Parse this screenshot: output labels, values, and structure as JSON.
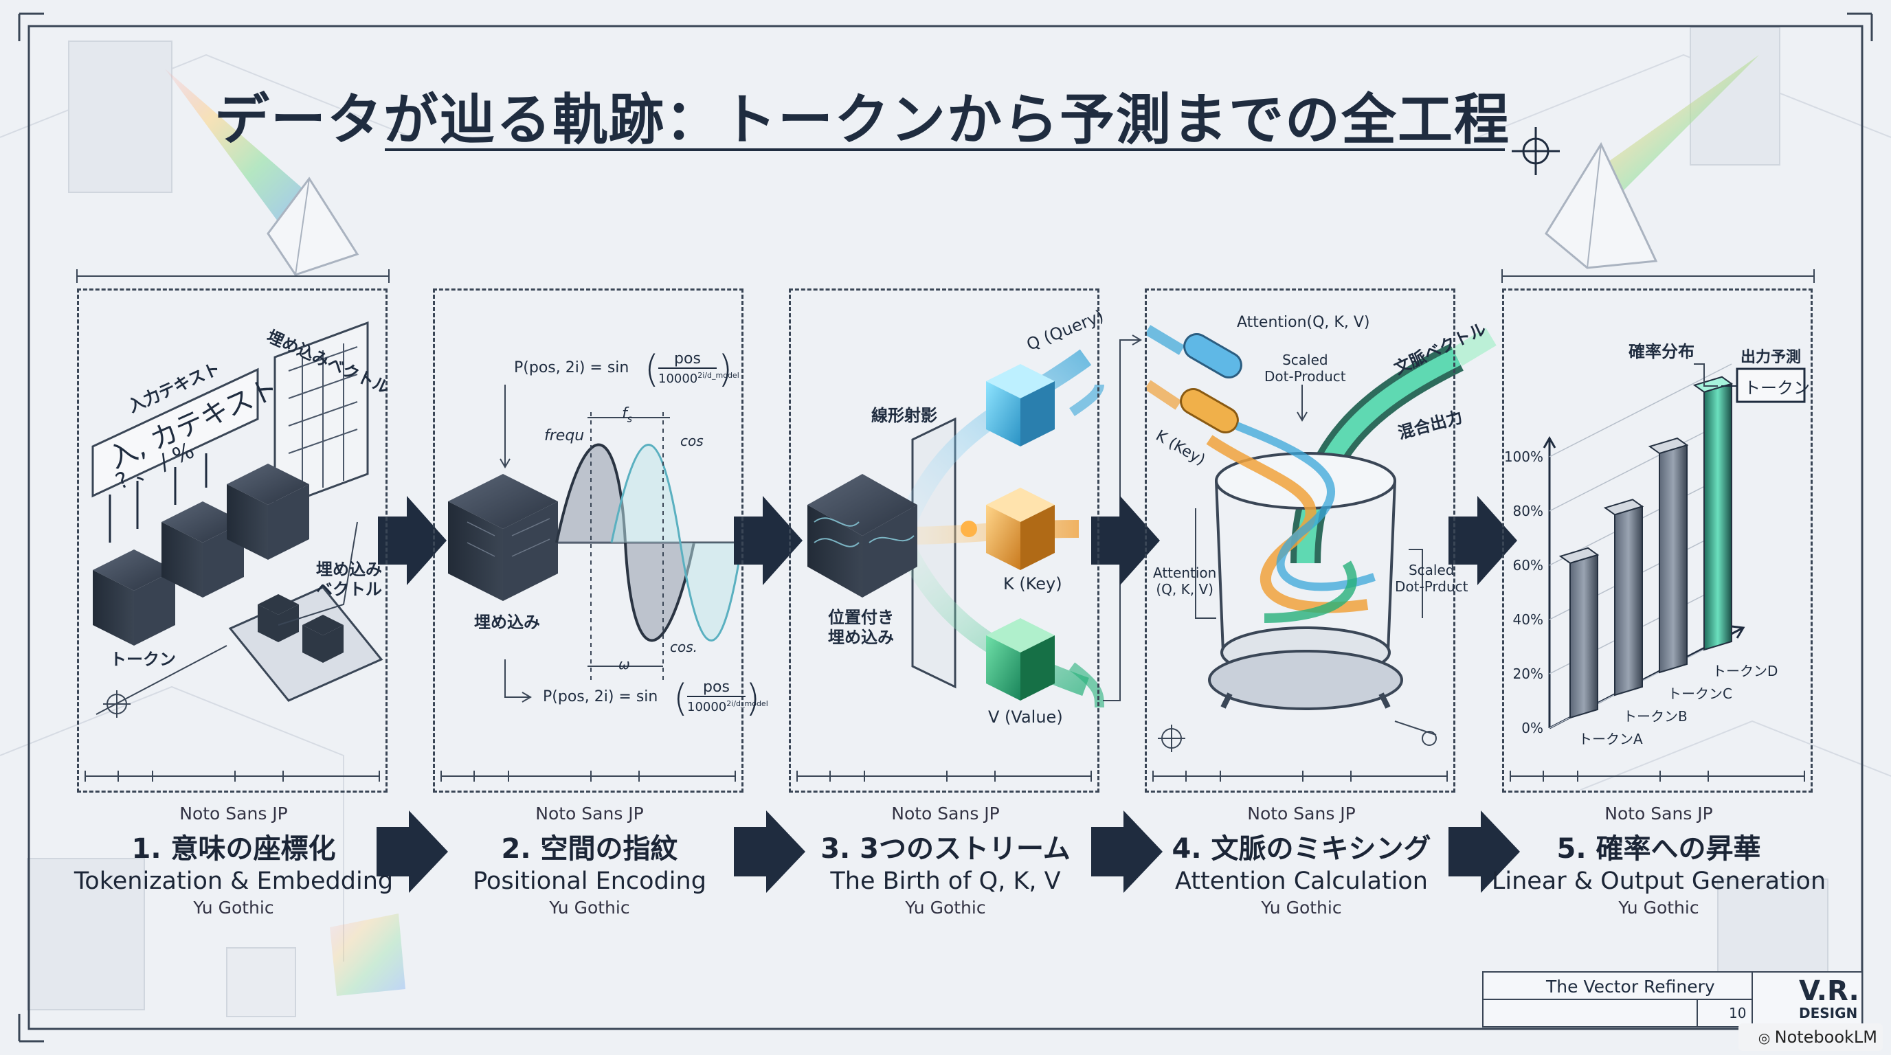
{
  "title": "データが辿る軌跡：トークンから予測までの全工程",
  "steps": [
    {
      "font_top": "Noto Sans JP",
      "label": "1. 意味の座標化",
      "en": "Tokenization & Embedding",
      "font_bottom": "Yu Gothic"
    },
    {
      "font_top": "Noto Sans JP",
      "label": "2. 空間の指紋",
      "en": "Positional Encoding",
      "font_bottom": "Yu Gothic"
    },
    {
      "font_top": "Noto Sans JP",
      "label": "3. 3つのストリーム",
      "en": "The Birth of Q, K, V",
      "font_bottom": "Yu Gothic"
    },
    {
      "font_top": "Noto Sans JP",
      "label": "4. 文脈のミキシング",
      "en": "Attention Calculation",
      "font_bottom": "Yu Gothic"
    },
    {
      "font_top": "Noto Sans JP",
      "label": "5. 確率への昇華",
      "en": "Linear & Output Generation",
      "font_bottom": "Yu Gothic"
    }
  ],
  "panel1": {
    "input_text": "入力テキスト",
    "input_box": "入, カテキスト",
    "tokens": "? 、 / %",
    "embed_vec_top": "埋め込みベクトル",
    "embed_vec_right": "埋め込み\nベクトル",
    "token": "トークン"
  },
  "panel2": {
    "formula_top_lhs": "P(pos, 2i) = sin",
    "formula_num": "pos",
    "formula_den_top": "10000",
    "formula_den_top_sup": "2i/d_model",
    "formula_den_bottom": "10000",
    "formula_den_bottom_sup": "2i/d_model",
    "formula_bottom_lhs": "P(pos, 2i) = sin",
    "freq": "frequ",
    "fs": "f",
    "fs_sub": "s",
    "cos_top": "cos",
    "cos_bottom": "cos.",
    "omega": "ω",
    "embed": "埋め込み"
  },
  "panel3": {
    "linear_proj": "線形射影",
    "pos_embed": "位置付き\n埋め込み",
    "q": "Q (Query)",
    "k": "K (Key)",
    "v": "V (Value)"
  },
  "panel4": {
    "attn_top": "Attention(Q, K, V)",
    "scaled_top": "Scaled\nDot-Product",
    "context_vec": "文脈ベクトル",
    "k_key": "K (Key)",
    "mixed": "混合出力",
    "attn_left": "Attention\n(Q, K, V)",
    "scaled_right": "Scaled\nDot-Prduct"
  },
  "panel5": {
    "prob_dist": "確率分布",
    "output_pred": "出力予測",
    "token_box": "トークン",
    "yticks": [
      "0%",
      "20%",
      "40%",
      "60%",
      "80%",
      "100%"
    ],
    "token_labels": [
      "トークンA",
      "トークンB",
      "トークンC",
      "トークンD"
    ]
  },
  "chart_data": {
    "type": "bar",
    "categories": [
      "トークンA",
      "トークンB",
      "トークンC",
      "トークンD"
    ],
    "values": [
      60,
      70,
      85,
      100
    ],
    "ylim": [
      0,
      100
    ],
    "yticks": [
      "0%",
      "20%",
      "40%",
      "60%",
      "80%",
      "100%"
    ],
    "title": "確率分布"
  },
  "titleblock": {
    "name": "The Vector Refinery",
    "page": "10",
    "logo": "V.R.",
    "logo_sub": "DESIGN"
  },
  "watermark": "NotebookLM",
  "colors": {
    "navy": "#1f2c3f",
    "blue": "#3aa6d8",
    "orange": "#f0a23c",
    "green": "#27b07a",
    "teal": "#38c7a6",
    "bg": "#eef1f5"
  }
}
